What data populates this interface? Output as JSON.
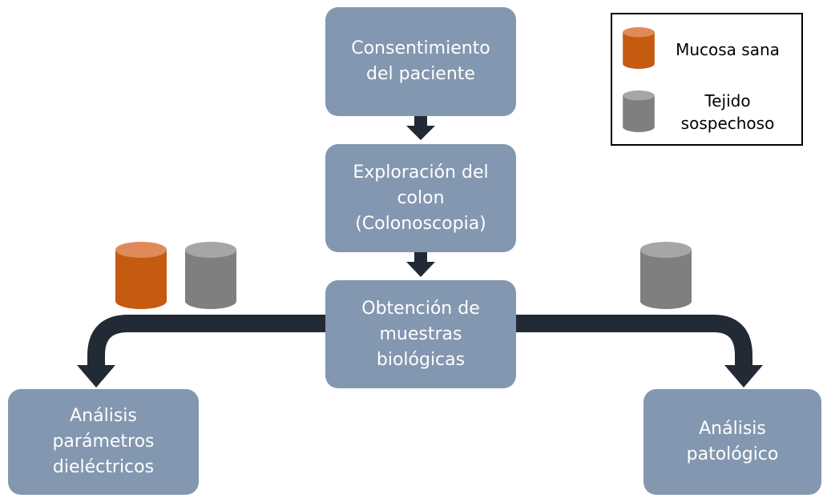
{
  "boxes": {
    "consent": [
      "Consentimiento",
      "del paciente"
    ],
    "exploration": [
      "Exploración del",
      "colon",
      "(Colonoscopia)"
    ],
    "obtain": [
      "Obtención de",
      "muestras",
      "biológicas"
    ],
    "dielectric": [
      "Análisis",
      "parámetros",
      "dieléctricos"
    ],
    "pathologic": [
      "Análisis",
      "patológico"
    ]
  },
  "legend": {
    "healthy": "Mucosa sana",
    "suspicious": [
      "Tejido",
      "sospechoso"
    ]
  },
  "colors": {
    "box": "#8497b0",
    "arrow": "#222a35",
    "healthy_tissue": "#c55a11",
    "suspicious_tissue": "#7f7f7f"
  },
  "icons": {
    "healthy_sample": "orange-cylinder",
    "suspicious_sample": "gray-cylinder"
  }
}
